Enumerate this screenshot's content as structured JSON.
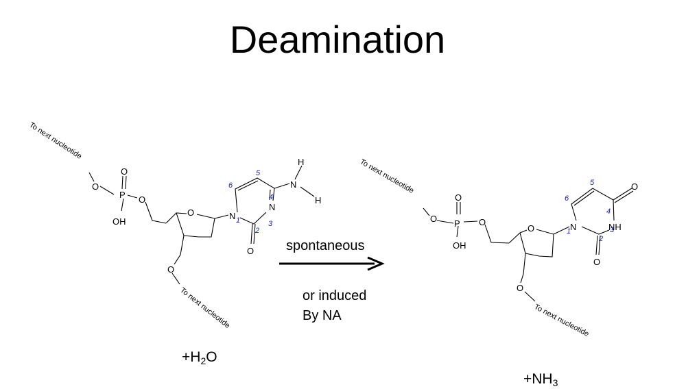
{
  "title": "Deamination",
  "reactant": {
    "strand_label_top": "To next nucleotide",
    "strand_label_bottom": "To next nucleotide",
    "atoms": {
      "O": "O",
      "P": "P",
      "OH": "OH",
      "N": "N",
      "H": "H"
    },
    "ring_numbers": [
      "1",
      "2",
      "3",
      "4",
      "5",
      "6"
    ],
    "byproduct_prefix": "+H",
    "byproduct_sub": "2",
    "byproduct_suffix": "O"
  },
  "arrow": {
    "label_above": "spontaneous",
    "label_below_1": "or induced",
    "label_below_2": "By NA"
  },
  "product": {
    "strand_label_top": "To next nucleotide",
    "strand_label_bottom": "To next nucleotide",
    "atoms": {
      "O": "O",
      "P": "P",
      "OH": "OH",
      "N": "N",
      "NH": "NH"
    },
    "ring_numbers": [
      "1",
      "2",
      "3",
      "4",
      "5",
      "6"
    ],
    "byproduct_prefix": "+NH",
    "byproduct_sub": "3"
  }
}
